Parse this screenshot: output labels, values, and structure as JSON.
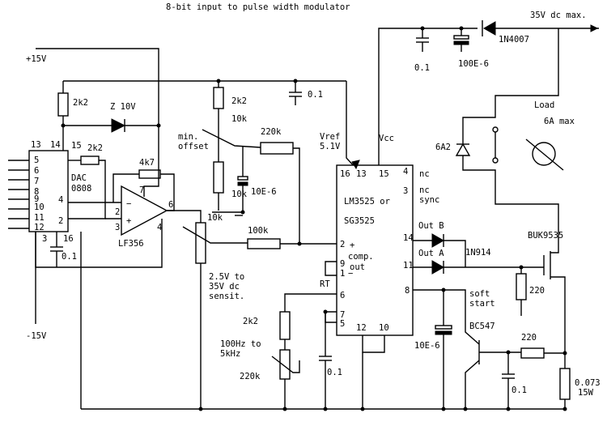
{
  "title": "8-bit input to pulse width modulator",
  "rails": {
    "pos": "+15V",
    "neg": "-15V",
    "supply": "35V dc max."
  },
  "dac": {
    "name": "DAC\n0808",
    "name1": "DAC",
    "name2": "0808",
    "pins": [
      "5",
      "6",
      "7",
      "8",
      "9",
      "10",
      "11",
      "12",
      "13",
      "14",
      "15",
      "4",
      "2",
      "3",
      "16"
    ]
  },
  "opamp": {
    "name": "LF356",
    "pins": [
      "2",
      "3",
      "7",
      "6",
      "4"
    ]
  },
  "pwm": {
    "name1": "LM3525 or",
    "name2": "SG3525",
    "top_pins": [
      "16",
      "13",
      "15"
    ],
    "vref": "Vref",
    "vref_v": "5.1V",
    "vcc": "Vcc",
    "nc1": "nc",
    "nc2": "nc",
    "sync": "sync",
    "pin4": "4",
    "pin3": "3",
    "in_plus": "2",
    "in_minus": "1",
    "pin9": "9",
    "comp": "comp.",
    "out": "out",
    "pin6": "6",
    "rt": "RT",
    "pin7": "7",
    "pin5": "5",
    "pin12": "12",
    "pin10": "10",
    "pin14": "14",
    "pin11": "11",
    "pin8": "8",
    "outb": "Out B",
    "outa": "Out A"
  },
  "components": {
    "r2k2_a": "2k2",
    "r2k2_b": "2k2",
    "r2k2_c": "2k2",
    "r2k2_d": "2k2",
    "zener": "Z 10V",
    "r4k7": "4k7",
    "r10k_a": "10k",
    "r10k_b": "10k",
    "r10k_c": "10k",
    "r220k_a": "220k",
    "r220k_b": "220k",
    "r100k": "100k",
    "r220_a": "220",
    "r220_b": "220",
    "r0073": "0.073",
    "r0073w": "15W",
    "c01_a": "0.1",
    "c01_b": "0.1",
    "c01_c": "0.1",
    "c01_d": "0.1",
    "c01_e": "0.1",
    "c10e6_a": "10E-6",
    "c10e6_b": "10E-6",
    "c100e6": "100E-6",
    "d1n4007": "1N4007",
    "d1n914": "1N914",
    "d6a2": "6A2",
    "mosfet": "BUK9535",
    "bjt": "BC547"
  },
  "labels": {
    "min": "min.",
    "offset": "offset",
    "load": "Load",
    "load_max": "6A max",
    "sens1": "2.5V to",
    "sens2": "35V dc",
    "sens3": "sensit.",
    "freq1": "100Hz to",
    "freq2": "5kHz",
    "soft1": "soft",
    "soft2": "start"
  }
}
